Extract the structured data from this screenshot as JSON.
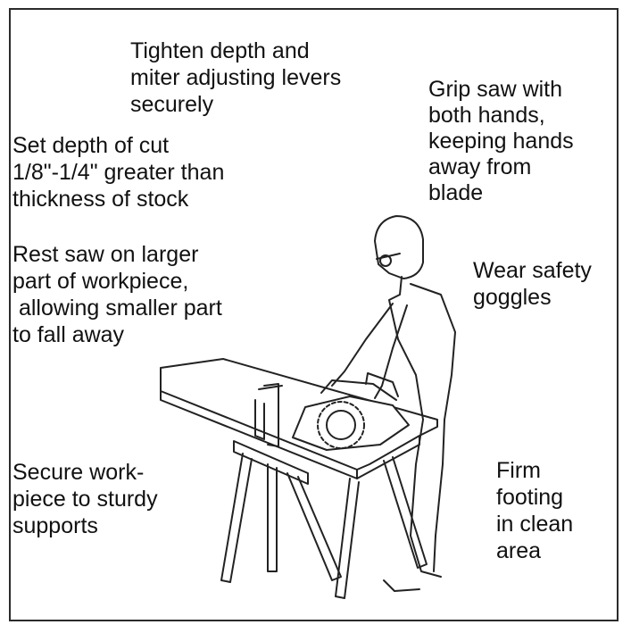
{
  "labels": {
    "tighten": [
      "Tighten depth and",
      "miter adjusting levers",
      "securely"
    ],
    "grip": [
      "Grip saw with",
      "both hands,",
      "keeping hands",
      "away from",
      "blade"
    ],
    "depth": [
      "Set depth of cut",
      "1/8\"-1/4\" greater than",
      "thickness of stock"
    ],
    "rest": [
      "Rest saw on larger",
      "part of workpiece,",
      " allowing smaller part",
      "to fall away"
    ],
    "goggles": [
      "Wear safety",
      "goggles"
    ],
    "secure": [
      "Secure work-",
      "piece to sturdy",
      "supports"
    ],
    "footing": [
      "Firm",
      "footing",
      "in clean",
      "area"
    ]
  },
  "illustration": {
    "subject": "person operating circular saw on board across two sawhorses with clamp",
    "icon": "circular-saw-safety-illustration"
  }
}
